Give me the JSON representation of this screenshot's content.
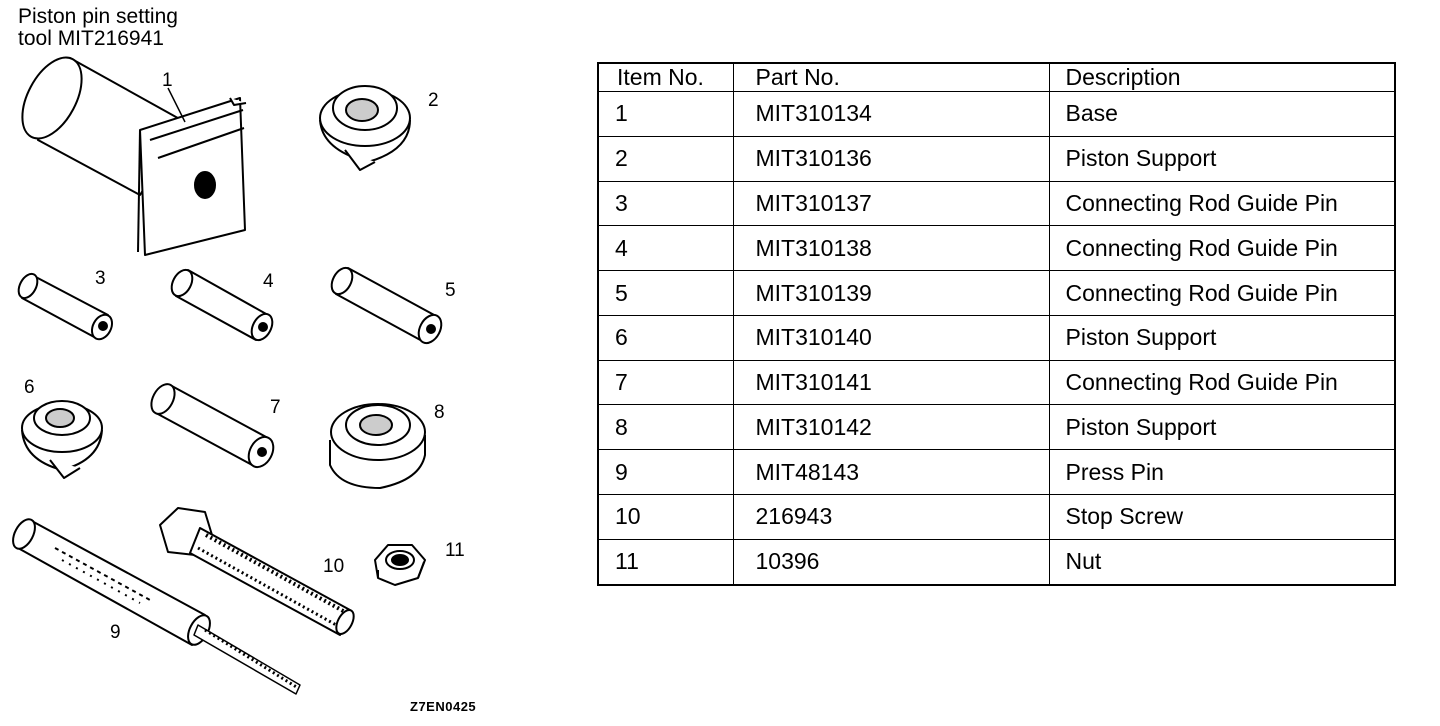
{
  "caption": {
    "line1": "Piston pin setting",
    "line2": "tool MIT216941"
  },
  "figure_code": "Z7EN0425",
  "callouts": [
    "1",
    "2",
    "3",
    "4",
    "5",
    "6",
    "7",
    "8",
    "9",
    "10",
    "11"
  ],
  "table": {
    "headers": [
      "Item No.",
      "Part No.",
      "Description"
    ],
    "rows": [
      [
        "1",
        "MIT310134",
        "Base"
      ],
      [
        "2",
        "MIT310136",
        "Piston Support"
      ],
      [
        "3",
        "MIT310137",
        "Connecting Rod Guide Pin"
      ],
      [
        "4",
        "MIT310138",
        "Connecting Rod Guide Pin"
      ],
      [
        "5",
        "MIT310139",
        "Connecting Rod Guide Pin"
      ],
      [
        "6",
        "MIT310140",
        "Piston Support"
      ],
      [
        "7",
        "MIT310141",
        "Connecting Rod Guide Pin"
      ],
      [
        "8",
        "MIT310142",
        "Piston Support"
      ],
      [
        "9",
        "MIT48143",
        "Press Pin"
      ],
      [
        "10",
        "216943",
        "Stop Screw"
      ],
      [
        "11",
        "10396",
        "Nut"
      ]
    ]
  }
}
